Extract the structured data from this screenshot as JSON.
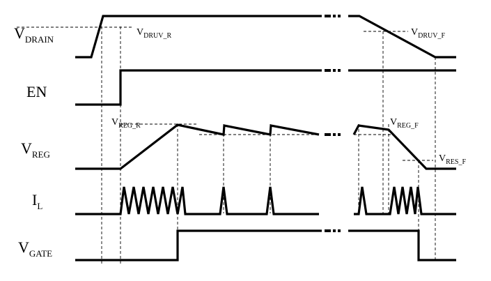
{
  "signals": [
    {
      "main": "V",
      "sub": "DRAIN"
    },
    {
      "main": "EN",
      "sub": ""
    },
    {
      "main": "V",
      "sub": "REG"
    },
    {
      "main": "I",
      "sub": "L"
    },
    {
      "main": "V",
      "sub": "GATE"
    }
  ],
  "annotations": [
    {
      "main": "V",
      "sub": "DRUV_R"
    },
    {
      "main": "V",
      "sub": "DRUV_F"
    },
    {
      "main": "V",
      "sub": "REG_R"
    },
    {
      "main": "V",
      "sub": "REG_F"
    },
    {
      "main": "V",
      "sub": "RES_F"
    }
  ]
}
